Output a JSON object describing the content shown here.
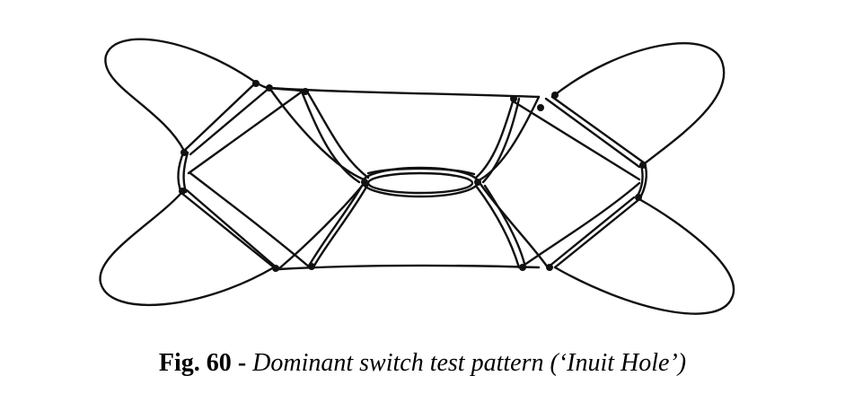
{
  "figure": {
    "label": "Fig. 60",
    "separator": "-",
    "caption_text": "Dominant switch test pattern (‘Inuit Hole’)"
  },
  "colors": {
    "line": "#111111",
    "background": "#ffffff"
  },
  "icons": {
    "figure": "string-figure-drawing"
  }
}
